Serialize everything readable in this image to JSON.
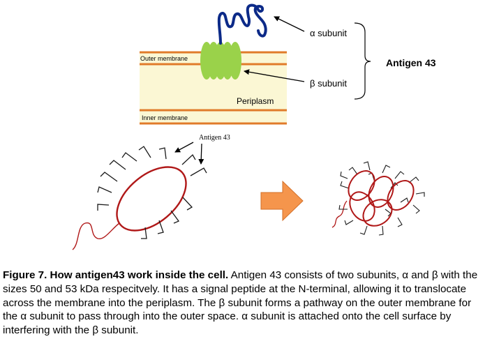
{
  "diagram": {
    "membrane": {
      "outer_membrane_label": "Outer membrane",
      "inner_membrane_label": "Inner membrane",
      "periplasm_label": "Periplasm"
    },
    "labels": {
      "alpha_subunit": "α subunit",
      "beta_subunit": "β subunit",
      "antigen43_bracket": "Antigen 43",
      "antigen43_cell": "Antigen 43"
    }
  },
  "caption": {
    "heading": "Figure 7. How antigen43 work inside the cell.",
    "body": " Antigen 43 consists of two subunits, α and β with the sizes 50 and 53 kDa respecitvely. It has a signal peptide at the N-terminal, allowing it to translocate across the membrane into the periplasm. The β subunit forms a pathway on the outer membrane for the α subunit to pass through into the outer space. α subunit is attached onto the cell surface by interfering with the β subunit."
  },
  "colors": {
    "membrane_line": "#e07b2a",
    "periplasm_fill": "#fbf7d4",
    "beta_barrel": "#9ad24a",
    "alpha_chain": "#0c2a88",
    "cell_outline": "#b01818",
    "arrow_fill": "#f5954c",
    "arrow_stroke": "#d2702a"
  }
}
